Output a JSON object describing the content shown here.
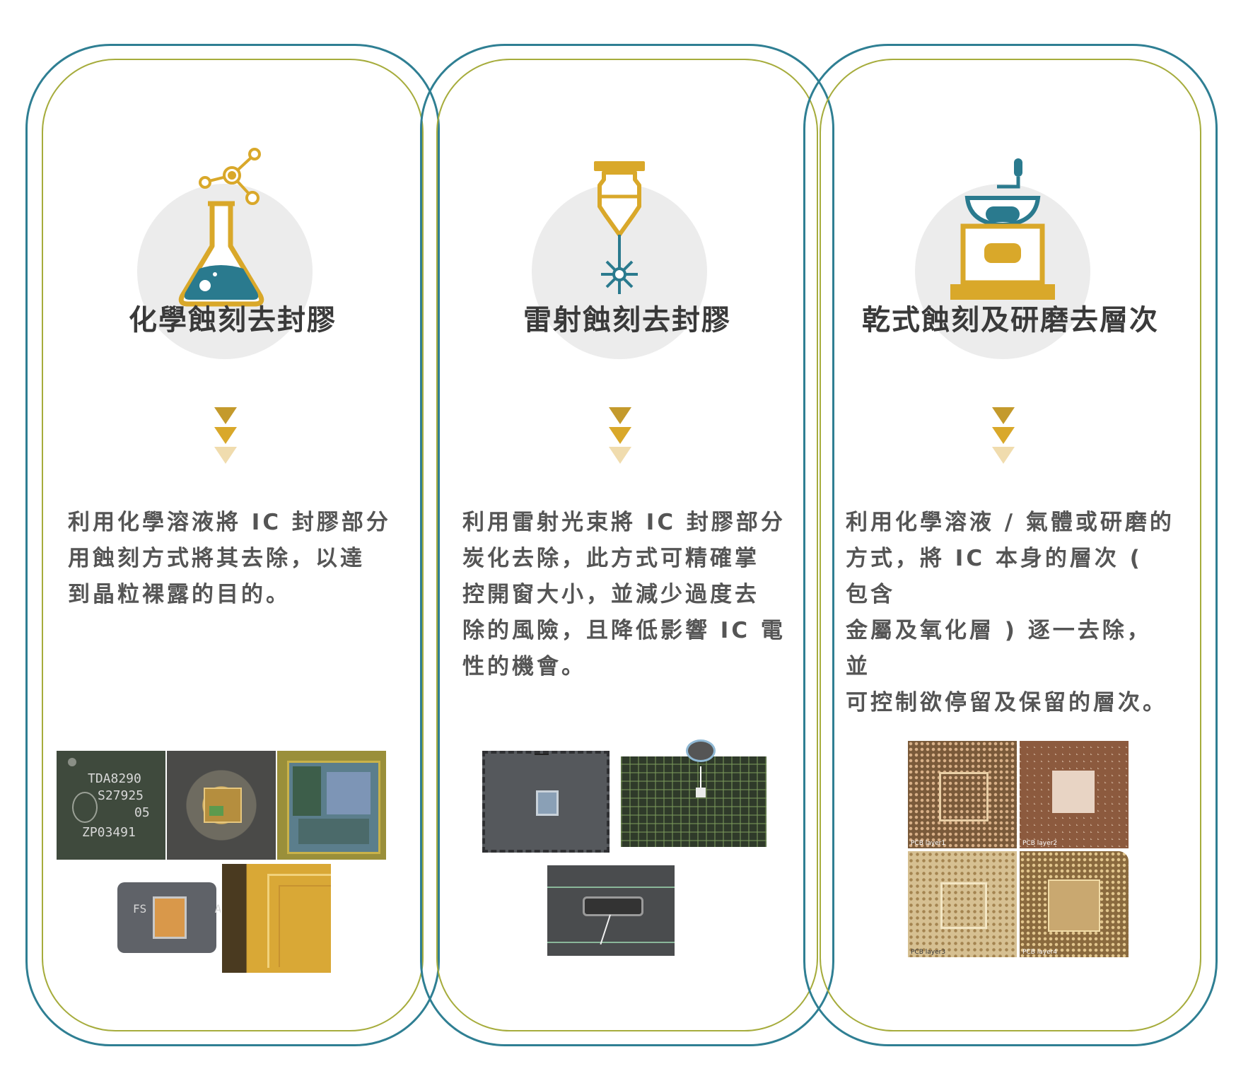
{
  "colors": {
    "outer_border": "#2f7f93",
    "inner_border": "#a6ac3c",
    "gold": "#d9a82a",
    "teal": "#2a7a8e",
    "circle": "#ececec",
    "text": "#3a3a3a"
  },
  "columns": [
    {
      "icon": "flask-molecule-icon",
      "title": "化學蝕刻去封膠",
      "description": "利用化學溶液將 IC 封膠部分\n用蝕刻方式將其去除，以達\n到晶粒裸露的目的。",
      "photos": {
        "chip_lines": [
          "TDA8290",
          "S27925",
          "05",
          "ZP03491"
        ],
        "package_label": "FS          AA"
      }
    },
    {
      "icon": "laser-head-icon",
      "title": "雷射蝕刻去封膠",
      "description": "利用雷射光束將 IC 封膠部分\n炭化去除，此方式可精確掌\n控開窗大小，並減少過度去\n除的風險，且降低影響 IC 電\n性的機會。"
    },
    {
      "icon": "grinder-icon",
      "title": "乾式蝕刻及研磨去層次",
      "description": "利用化學溶液 / 氣體或研磨的\n方式，將 IC 本身的層次 ( 包含\n金屬及氧化層 ) 逐一去除，並\n可控制欲停留及保留的層次。",
      "photos": {
        "layer_labels": [
          "PCB layer1",
          "PCB layer2",
          "PCB layer3",
          "PCB layer4"
        ]
      }
    }
  ]
}
